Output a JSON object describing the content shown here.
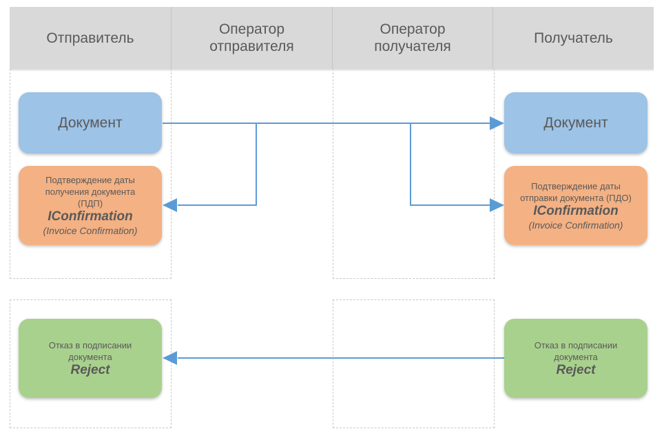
{
  "columns": [
    "Отправитель",
    "Оператор\nотправителя",
    "Оператор\nполучателя",
    "Получатель"
  ],
  "sender": {
    "document": "Документ",
    "confirmation": {
      "line1": "Подтверждение даты",
      "line2": "получения документа",
      "line3": "(ПДП)",
      "name": "IConfirmation",
      "full": "(Invoice Confirmation)"
    },
    "reject": {
      "line1": "Отказ в подписании",
      "line2": "документа",
      "name": "Reject"
    }
  },
  "receiver": {
    "document": "Документ",
    "confirmation": {
      "line1": "Подтверждение даты",
      "line2": "отправки документа (ПДО)",
      "name": "IConfirmation",
      "full": "(Invoice Confirmation)"
    },
    "reject": {
      "line1": "Отказ в подписании",
      "line2": "документа",
      "name": "Reject"
    }
  },
  "colors": {
    "arrow": "#5b9bd5",
    "document": "#9dc3e6",
    "confirmation": "#f4b183",
    "reject": "#a9d18e",
    "header": "#d9d9d9"
  }
}
